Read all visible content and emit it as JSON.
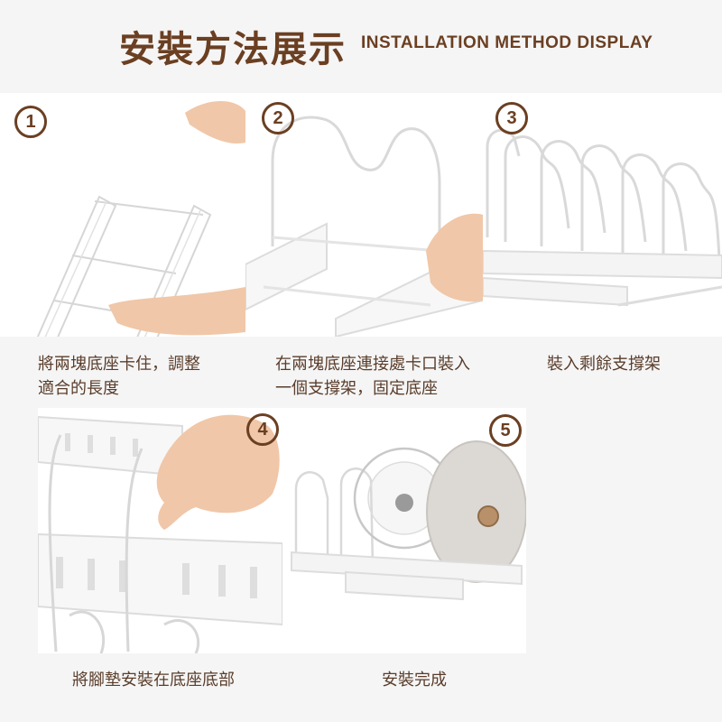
{
  "header": {
    "title_cn": "安裝方法展示",
    "title_en": "INSTALLATION METHOD DISPLAY"
  },
  "steps": [
    {
      "number": "1",
      "caption_line1": "將兩塊底座卡住，調整",
      "caption_line2": "適合的長度"
    },
    {
      "number": "2",
      "caption_line1": "在兩塊底座連接處卡口裝入",
      "caption_line2": "一個支撐架，固定底座"
    },
    {
      "number": "3",
      "caption_line1": "裝入剩餘支撐架",
      "caption_line2": ""
    },
    {
      "number": "4",
      "caption_line1": "將腳墊安裝在底座底部",
      "caption_line2": ""
    },
    {
      "number": "5",
      "caption_line1": "安裝完成",
      "caption_line2": ""
    }
  ],
  "colors": {
    "brand": "#6b3f22",
    "text": "#5a3d2b",
    "background": "#f5f5f5",
    "photo_bg": "#ffffff"
  },
  "icons": [
    "circled-number-icon"
  ]
}
